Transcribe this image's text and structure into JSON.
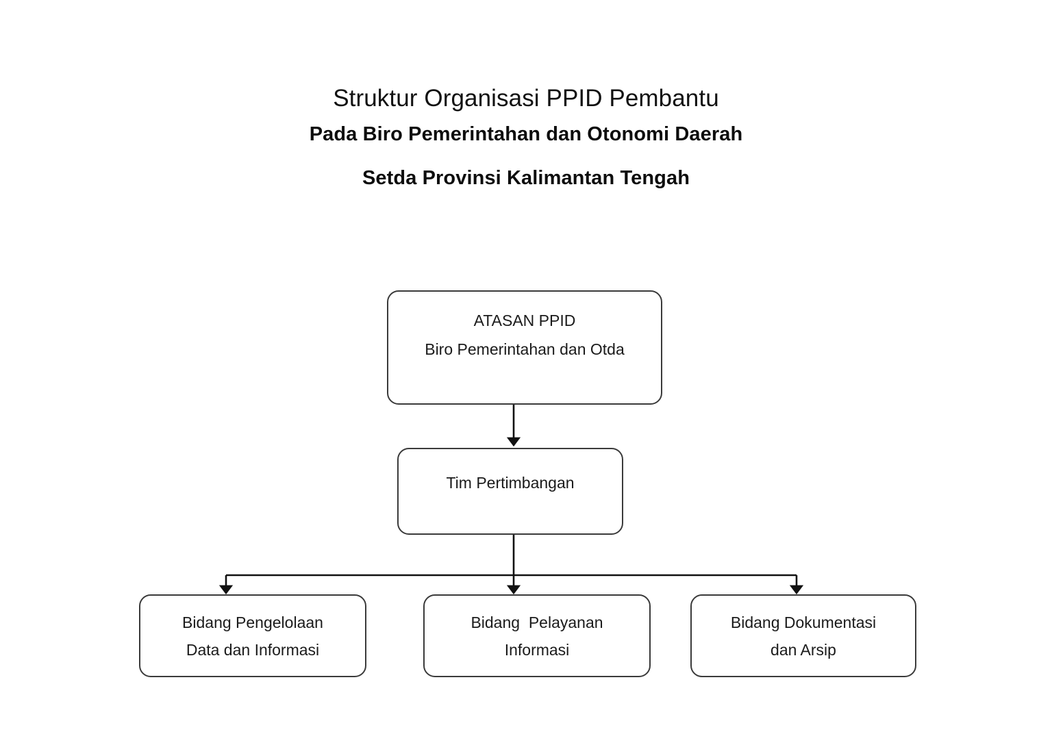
{
  "document": {
    "title_lines": [
      "Struktur Organisasi PPID Pembantu",
      "Pada Biro Pemerintahan dan Otonomi Daerah",
      "Setda Provinsi Kalimantan Tengah"
    ]
  },
  "diagram": {
    "type": "org-chart",
    "background_color": "#ffffff",
    "node_border_color": "#3a3a3a",
    "node_fill_color": "#ffffff",
    "connector_color": "#1a1a1a",
    "nodes": {
      "atasan": {
        "line1": "ATASAN PPID",
        "line2": "Biro Pemerintahan dan Otda"
      },
      "tim": {
        "line1": "Tim Pertimbangan"
      },
      "bidang": [
        {
          "line1": "Bidang Pengelolaan",
          "line2": "Data dan Informasi"
        },
        {
          "line1": "Bidang  Pelayanan",
          "line2": "Informasi"
        },
        {
          "line1": "Bidang Dokumentasi",
          "line2": "dan Arsip"
        }
      ]
    }
  }
}
